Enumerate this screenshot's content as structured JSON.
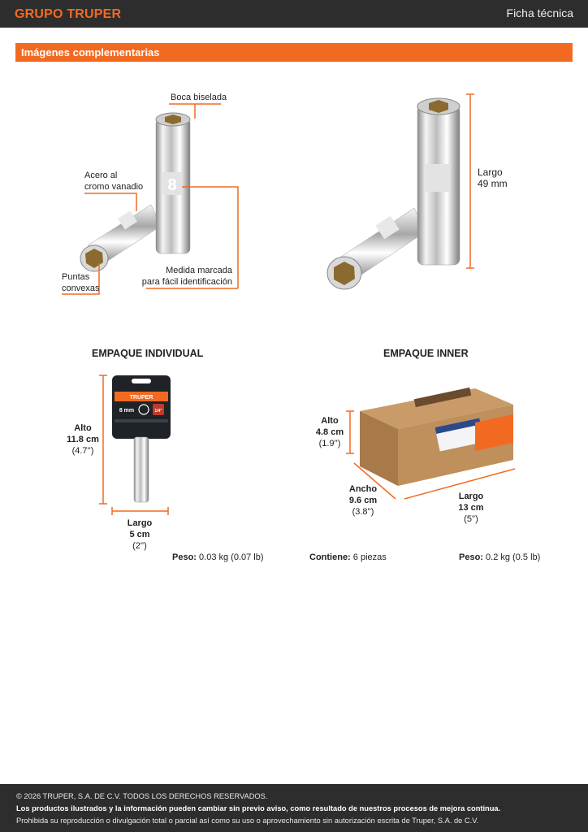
{
  "header": {
    "logo": "GRUPO TRUPER",
    "doc_type": "Ficha técnica"
  },
  "section": {
    "title": "Imágenes complementarias"
  },
  "callouts": {
    "boca": "Boca biselada",
    "acero_1": "Acero al",
    "acero_2": "cromo vanadio",
    "puntas_1": "Puntas",
    "puntas_2": "convexas",
    "medida_1": "Medida marcada",
    "medida_2": "para fácil identificación",
    "largo_label": "Largo",
    "largo_value": "49 mm",
    "socket_mark": "8"
  },
  "individual": {
    "title": "EMPAQUE INDIVIDUAL",
    "alto_label": "Alto",
    "alto_cm": "11.8 cm",
    "alto_in": "(4.7'')",
    "largo_label": "Largo",
    "largo_cm": "5 cm",
    "largo_in": "(2'')",
    "peso_label": "Peso:",
    "peso_value": "0.03 kg (0.07 lb)",
    "card_brand": "TRUPER",
    "card_size": "8 mm",
    "card_drive": "1/4\""
  },
  "inner": {
    "title": "EMPAQUE INNER",
    "alto_label": "Alto",
    "alto_cm": "4.8 cm",
    "alto_in": "(1.9'')",
    "ancho_label": "Ancho",
    "ancho_cm": "9.6 cm",
    "ancho_in": "(3.8'')",
    "largo_label": "Largo",
    "largo_cm": "13 cm",
    "largo_in": "(5'')",
    "contiene_label": "Contiene:",
    "contiene_value": "6 piezas",
    "peso_label": "Peso:",
    "peso_value": "0.2 kg (0.5 lb)"
  },
  "footer": {
    "line1": "© 2026 TRUPER, S.A. DE C.V. TODOS LOS DERECHOS RESERVADOS.",
    "line2": "Los productos ilustrados y la información pueden cambiar sin previo aviso, como resultado de nuestros procesos de mejora continua.",
    "line3": "Prohibida su reproducción o divulgación total o parcial así como su uso o aprovechamiento sin autorización escrita de Truper, S.A. de C.V."
  },
  "colors": {
    "accent": "#f26a21",
    "dark": "#2d2d2d"
  }
}
